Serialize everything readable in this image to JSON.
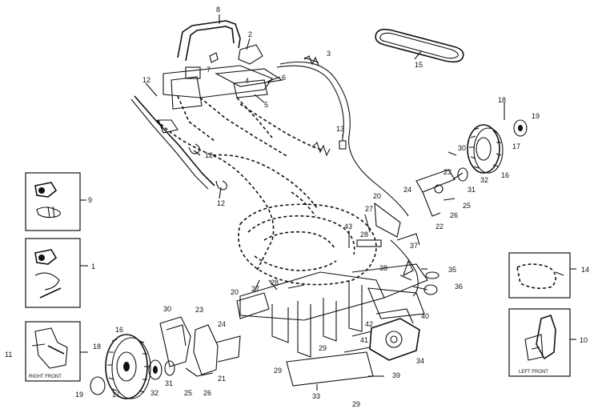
{
  "labels": {
    "l1": "1",
    "l2": "2",
    "l3": "3",
    "l4": "4",
    "l5": "5",
    "l6": "6",
    "l7": "7",
    "l8": "8",
    "l9": "9",
    "l10": "10",
    "l11": "11",
    "l12a": "12",
    "l12b": "12",
    "l12c": "12",
    "l13": "13",
    "l14": "14",
    "l15": "15",
    "l16r": "16",
    "l16l": "16",
    "l17r": "17",
    "l17l": "17",
    "l18r": "18",
    "l18l": "18",
    "l19r": "19",
    "l19l": "19",
    "l20r": "20",
    "l20l": "20",
    "l21": "21",
    "l22": "22",
    "l23r": "23",
    "l23l": "23",
    "l24r": "24",
    "l24l": "24",
    "l25r": "25",
    "l25l": "25",
    "l26r": "26",
    "l26l": "26",
    "l27r": "27",
    "l27l": "27",
    "l28r": "28",
    "l28l": "28",
    "l29a": "29",
    "l29b": "29",
    "l29c": "29",
    "l30r": "30",
    "l30l": "30",
    "l31r": "31",
    "l31l": "31",
    "l32r": "32",
    "l32l": "32",
    "l33": "33",
    "l34": "34",
    "l35": "35",
    "l36": "36",
    "l37": "37",
    "l38": "38",
    "l39": "39",
    "l40": "40",
    "l41": "41",
    "l42": "42",
    "l43": "43"
  },
  "insets": {
    "right_front": "RIGHT FRONT",
    "left_front": "LEFT FRONT"
  },
  "colors": {
    "ink": "#111111",
    "paper": "#ffffff"
  }
}
